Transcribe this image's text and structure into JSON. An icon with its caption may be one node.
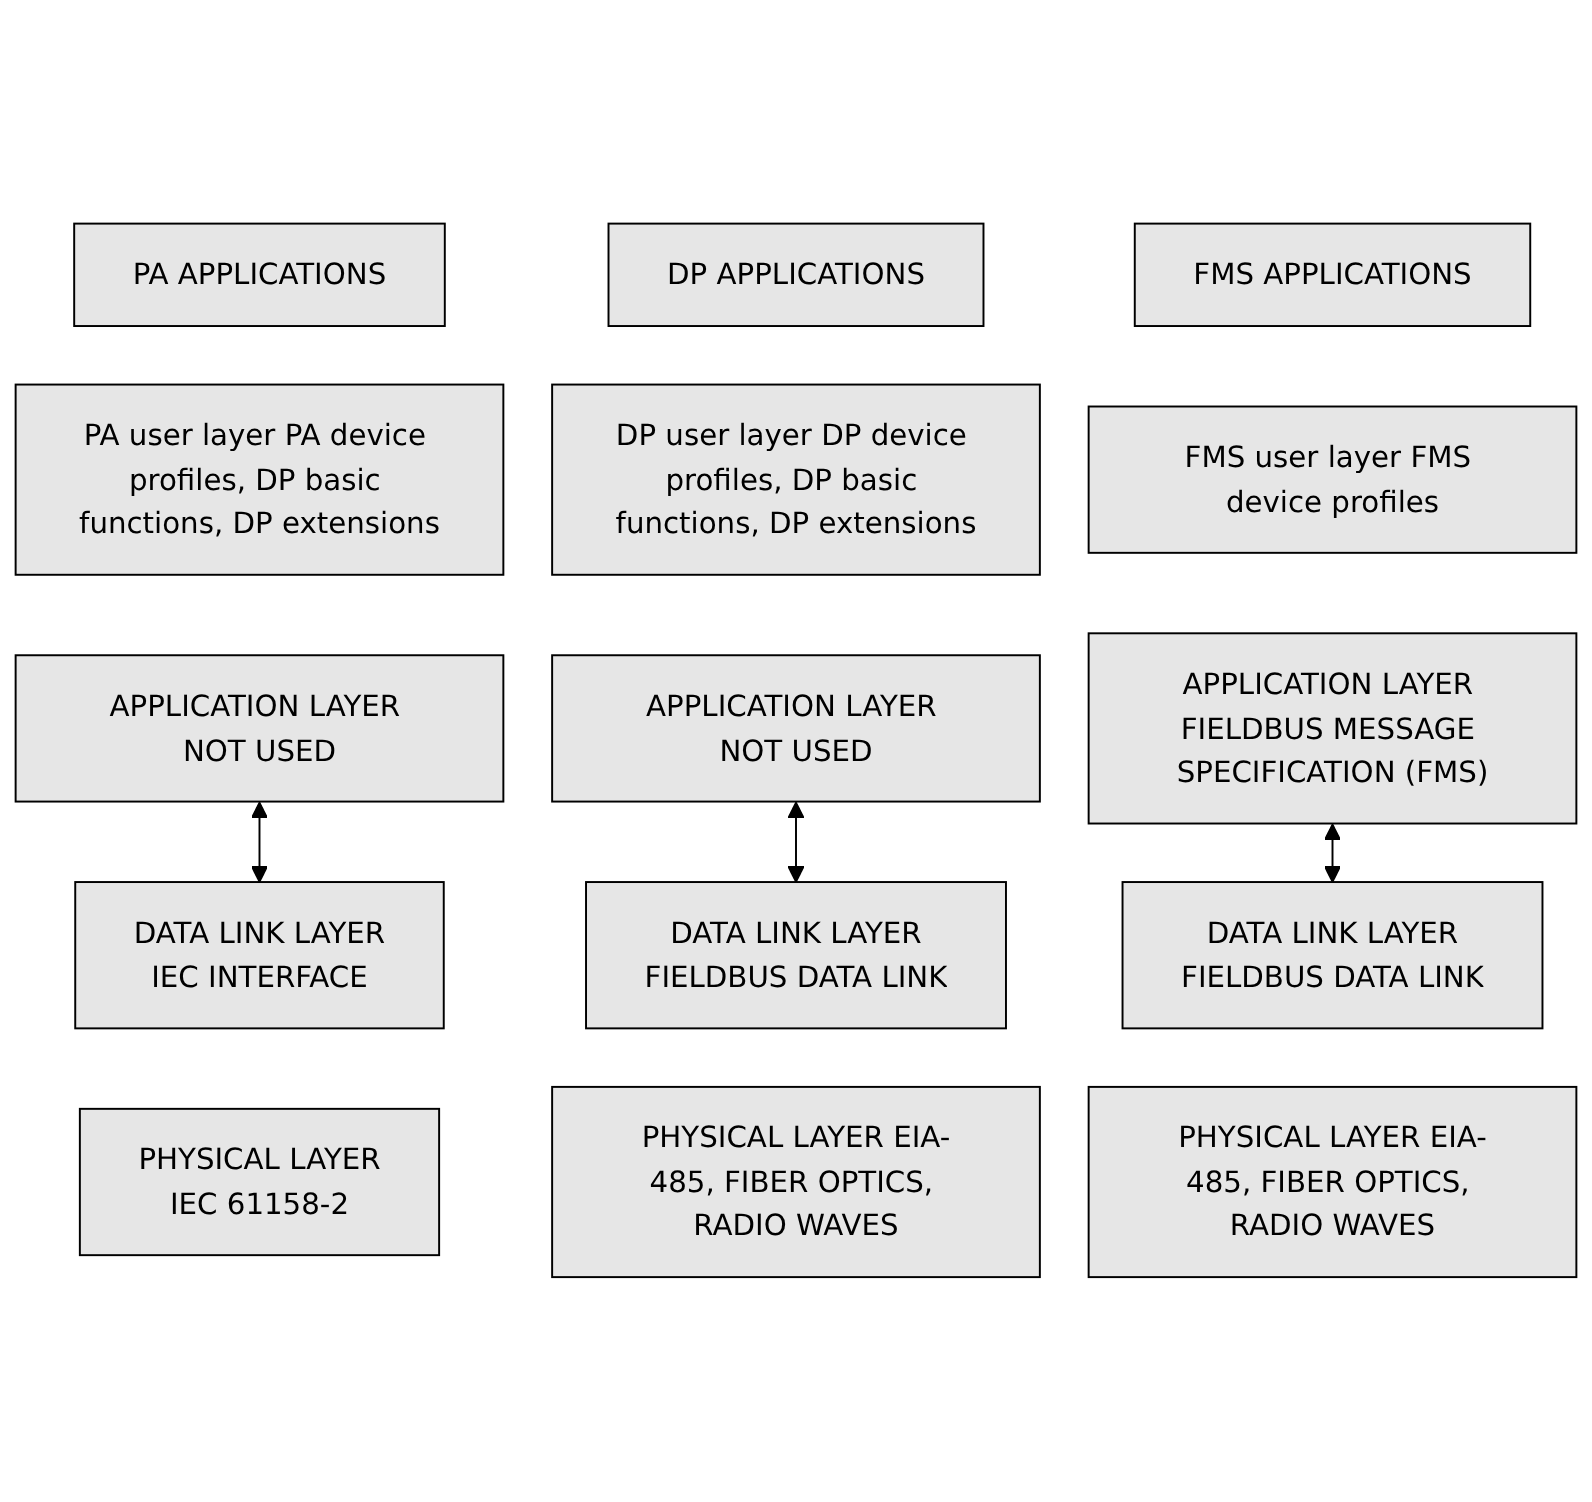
{
  "diagram": {
    "nodes": [
      {
        "text": [
          "PA APPLICATIONS"
        ]
      },
      {
        "text": [
          "PA user layer PA device profiles, DP basic functions, DP extensions"
        ]
      },
      {
        "text": [
          "APPLICATION LAYER NOT USED"
        ]
      },
      {
        "text": [
          "DATA LINK LAYER",
          "IEC INTERFACE"
        ]
      },
      {
        "text": [
          "PHYSICAL LAYER",
          "IEC 61158-2"
        ]
      },
      {
        "text": [
          "DP APPLICATIONS"
        ]
      },
      {
        "text": [
          "DP user layer DP device profiles, DP basic functions, DP extensions"
        ]
      },
      {
        "text": [
          "APPLICATION LAYER NOT USED"
        ]
      },
      {
        "text": [
          "DATA LINK LAYER",
          "FIELDBUS DATA LINK"
        ]
      },
      {
        "text": [
          "PHYSICAL LAYER EIA-485, FIBER OPTICS, RADIO WAVES"
        ]
      },
      {
        "text": [
          "FMS APPLICATIONS"
        ]
      },
      {
        "text": [
          "FMS user layer FMS device profiles"
        ]
      },
      {
        "text": [
          "APPLICATION LAYER FIELDBUS MESSAGE SPECIFICATION (FMS)"
        ]
      },
      {
        "text": [
          "DATA LINK LAYER",
          "FIELDBUS DATA LINK"
        ]
      },
      {
        "text": [
          "PHYSICAL LAYER EIA-485, FIBER OPTICS, RADIO WAVES"
        ]
      }
    ],
    "edges": [
      {
        "from": 2,
        "to": 3,
        "arrow": "both"
      },
      {
        "from": 7,
        "to": 8,
        "arrow": "both"
      },
      {
        "from": 12,
        "to": 13,
        "arrow": "both"
      }
    ]
  }
}
